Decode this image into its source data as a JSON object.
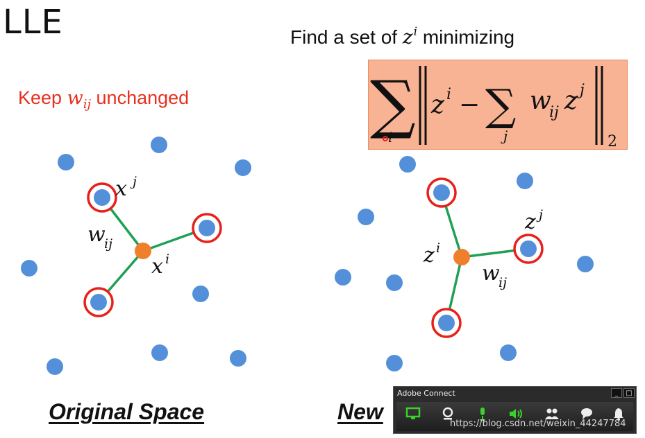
{
  "slide": {
    "title": "LLE",
    "find_prefix": "Find a set of ",
    "find_var": "z",
    "find_sup": "i",
    "find_suffix": " minimizing",
    "keep_prefix": "Keep ",
    "keep_var": "w",
    "keep_sub": "ij",
    "keep_suffix": " unchanged",
    "caption_left": "Original Space",
    "caption_right": "New"
  },
  "labels": {
    "left_xj": "x",
    "left_xj_sup": "j",
    "left_wij": "w",
    "left_wij_sub": "ij",
    "left_xi": "x",
    "left_xi_sup": "i",
    "right_zi": "z",
    "right_zi_sup": "i",
    "right_zj": "z",
    "right_zj_sup": "j",
    "right_wij": "w",
    "right_wij_sub": "ij"
  },
  "formula": {
    "sum_index_outer": "i",
    "var_z": "z",
    "sup_i": "i",
    "minus": "−",
    "sum_index_inner": "j",
    "var_w": "w",
    "sub_ij": "ij",
    "sup_j": "j",
    "norm_sub": "2"
  },
  "colors": {
    "point": "#5390d9",
    "center": "#f07f2c",
    "edge": "#1fa055",
    "ring": "#e8201a",
    "keep_text": "#e8301e",
    "formula_bg": "#f7b394"
  },
  "adobe_connect": {
    "title": "Adobe Connect",
    "minimize": "_",
    "maximize": "□",
    "buttons": [
      "screen-share-icon",
      "webcam-icon",
      "microphone-icon",
      "speaker-icon",
      "attendees-icon",
      "chat-icon",
      "notification-icon"
    ]
  },
  "watermark": "https://blog.csdn.net/weixin_44247784"
}
